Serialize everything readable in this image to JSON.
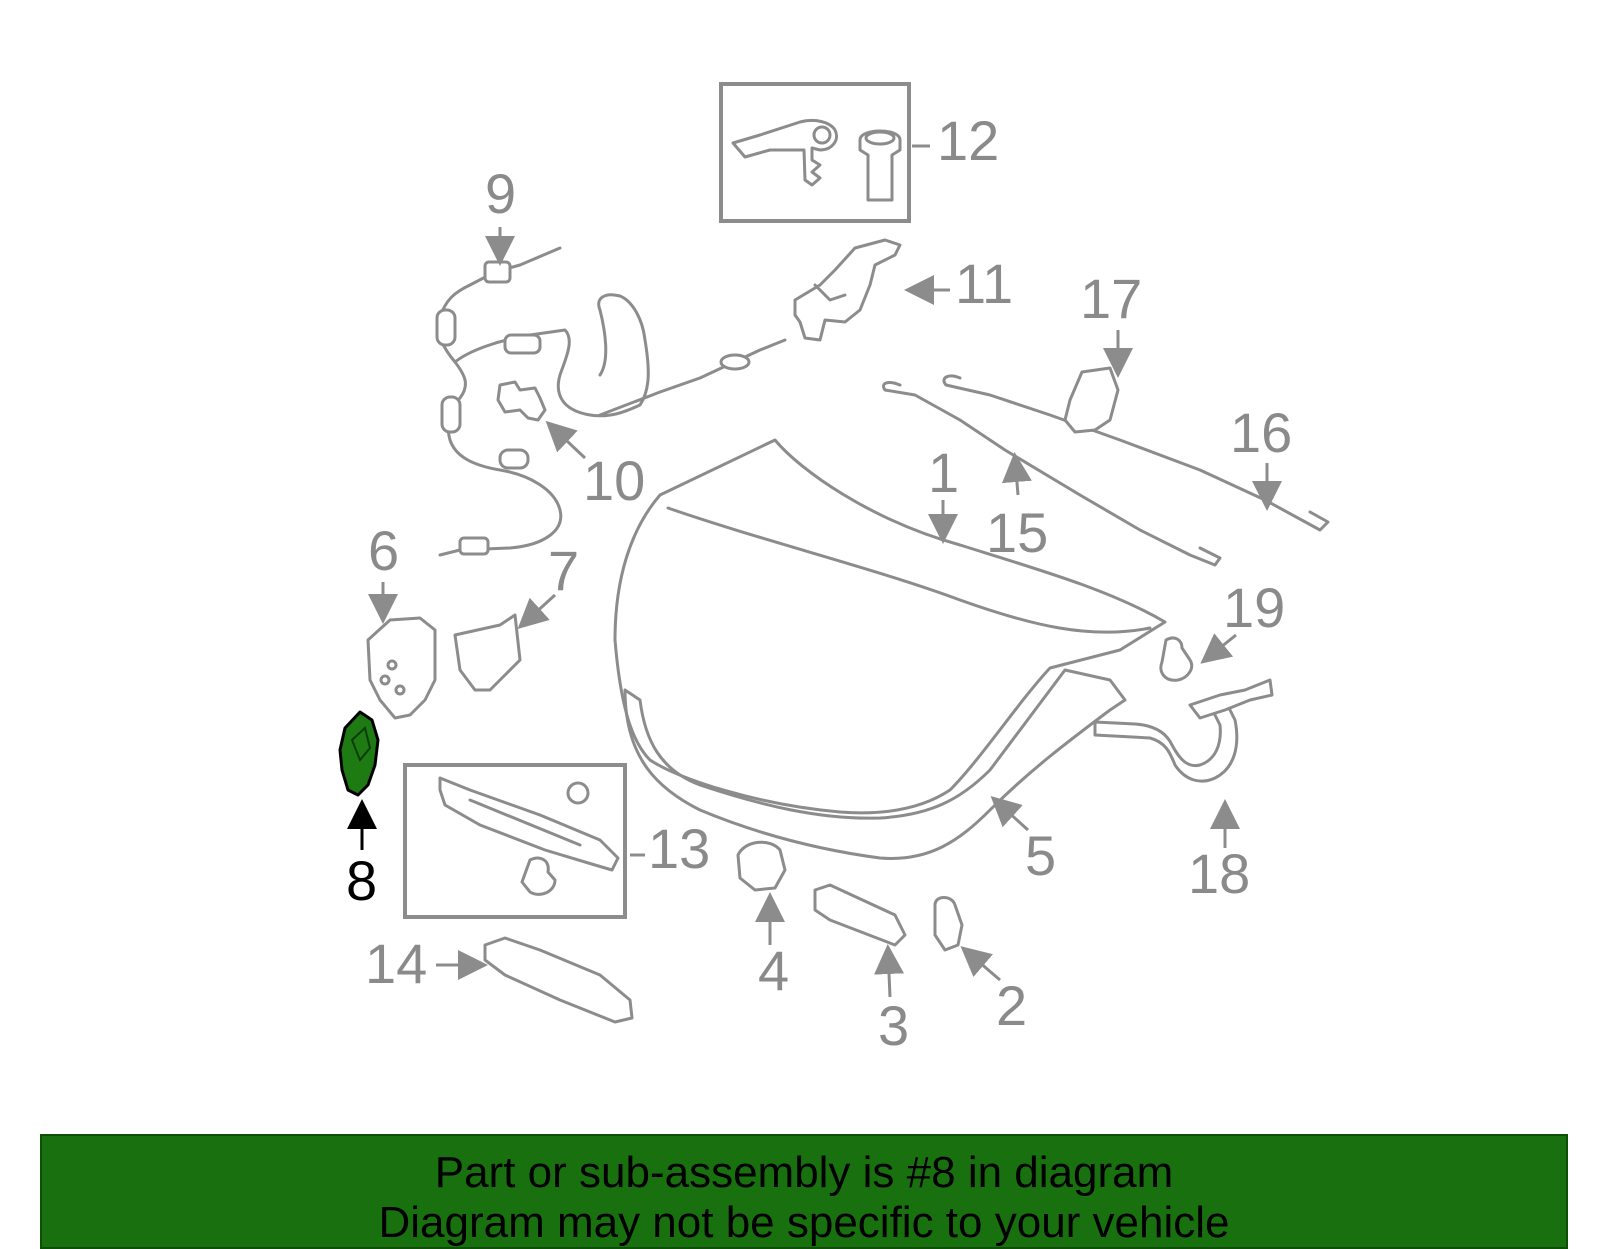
{
  "diagram": {
    "highlighted_part": "8",
    "highlight_color": "#1e7a12",
    "callouts": [
      "1",
      "2",
      "3",
      "4",
      "5",
      "6",
      "7",
      "8",
      "9",
      "10",
      "11",
      "12",
      "13",
      "14",
      "15",
      "16",
      "17",
      "18",
      "19"
    ]
  },
  "banner": {
    "line1": "Part or sub-assembly is #8 in diagram",
    "line2": "Diagram may not be specific to your vehicle",
    "background": "#19700f"
  }
}
